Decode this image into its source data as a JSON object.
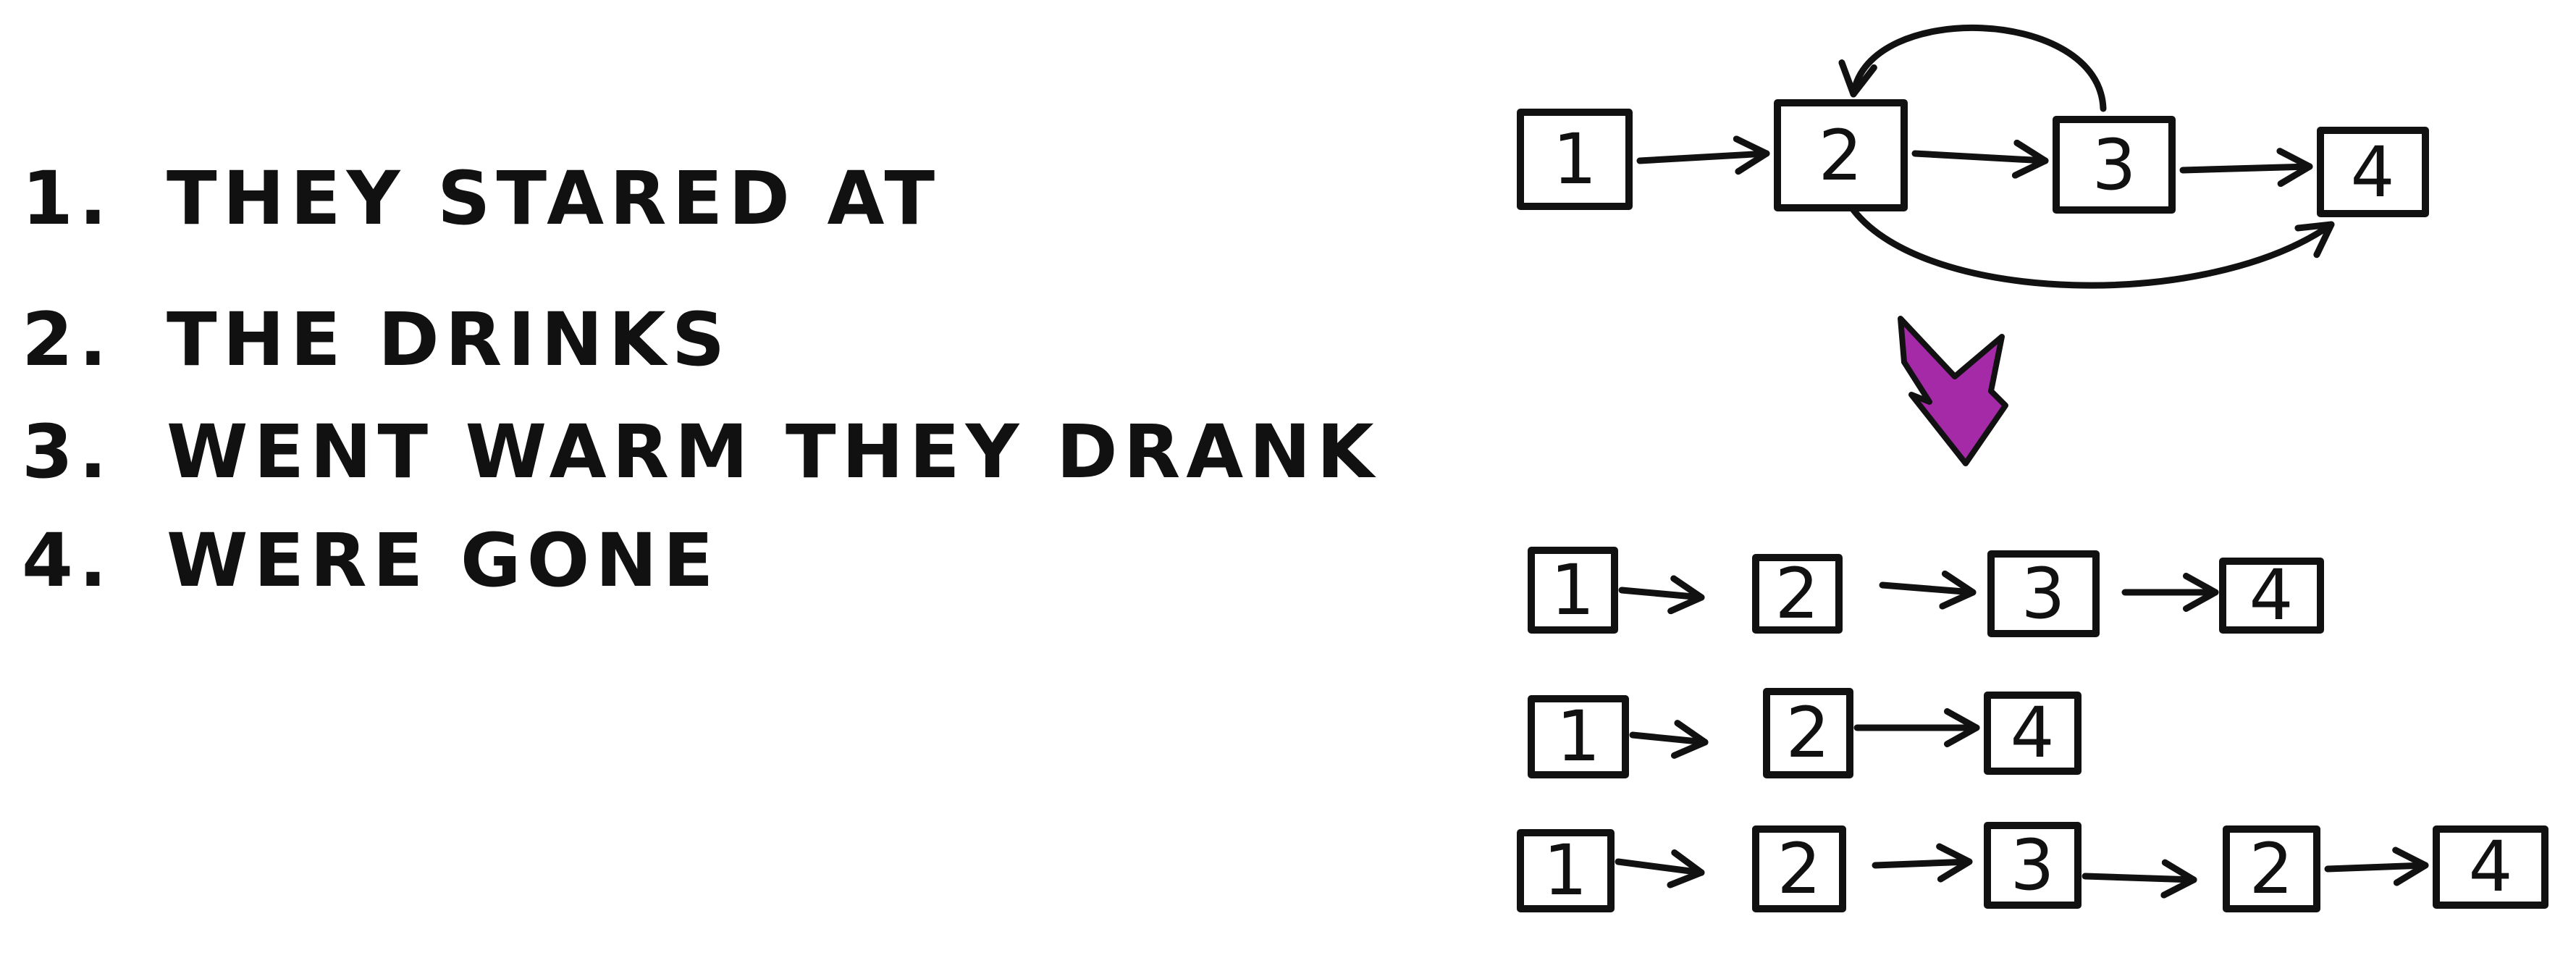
{
  "list": [
    {
      "num": "1.",
      "text": "THEY STARED AT"
    },
    {
      "num": "2.",
      "text": "THE DRINKS"
    },
    {
      "num": "3.",
      "text": "WENT WARM THEY DRANK"
    },
    {
      "num": "4.",
      "text": "WERE GONE"
    }
  ],
  "graph": {
    "nodes": [
      "1",
      "2",
      "3",
      "4"
    ]
  },
  "sequences": [
    [
      "1",
      "2",
      "3",
      "4"
    ],
    [
      "1",
      "2",
      "4"
    ],
    [
      "1",
      "2",
      "3",
      "2",
      "4"
    ]
  ],
  "colors": {
    "ink": "#111111",
    "transform_arrow": "#a52aa8"
  }
}
